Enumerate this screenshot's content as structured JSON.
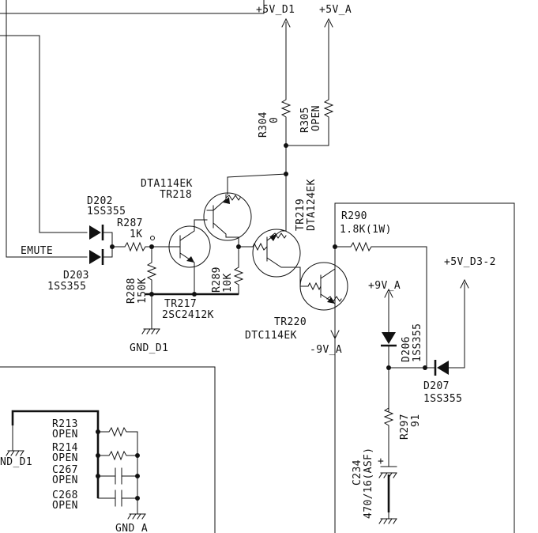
{
  "rails": {
    "v5_d1": "+5V_D1",
    "v5_a": "+5V_A",
    "v5_d3_2": "+5V_D3-2",
    "v9_pos": "+9V_A",
    "v9_neg": "-9V_A"
  },
  "grounds": {
    "gnd_d1": "GND_D1",
    "gnd_d1_left": "ND_D1",
    "gnd_a": "GND_A"
  },
  "signals": {
    "emute": "EMUTE"
  },
  "parts": {
    "r304": {
      "ref": "R304",
      "value": "0"
    },
    "r305": {
      "ref": "R305",
      "value": "OPEN"
    },
    "tr219": {
      "ref": "TR219",
      "type": "DTA124EK"
    },
    "tr218": {
      "ref": "TR218",
      "type": "DTA114EK"
    },
    "d202": {
      "ref": "D202",
      "type": "1SS355"
    },
    "d203": {
      "ref": "D203",
      "type": "1SS355"
    },
    "r287": {
      "ref": "R287",
      "value": "1K"
    },
    "r288": {
      "ref": "R288",
      "value": "150K"
    },
    "r289": {
      "ref": "R289",
      "value": "10K"
    },
    "tr217": {
      "ref": "TR217",
      "type": "2SC2412K"
    },
    "r290": {
      "ref": "R290",
      "value": "1.8K(1W)"
    },
    "tr220": {
      "ref": "TR220",
      "type": "DTC114EK"
    },
    "d206": {
      "ref": "D206",
      "type": "1SS355"
    },
    "d207": {
      "ref": "D207",
      "type": "1SS355"
    },
    "r297": {
      "ref": "R297",
      "value": "91"
    },
    "c234": {
      "ref": "C234",
      "value": "470/16(ASF)"
    },
    "r213": {
      "ref": "R213",
      "value": "OPEN"
    },
    "r214": {
      "ref": "R214",
      "value": "OPEN"
    },
    "c267": {
      "ref": "C267",
      "value": "OPEN"
    },
    "c268": {
      "ref": "C268",
      "value": "OPEN"
    }
  },
  "marks": {
    "cap_plus": "+"
  }
}
